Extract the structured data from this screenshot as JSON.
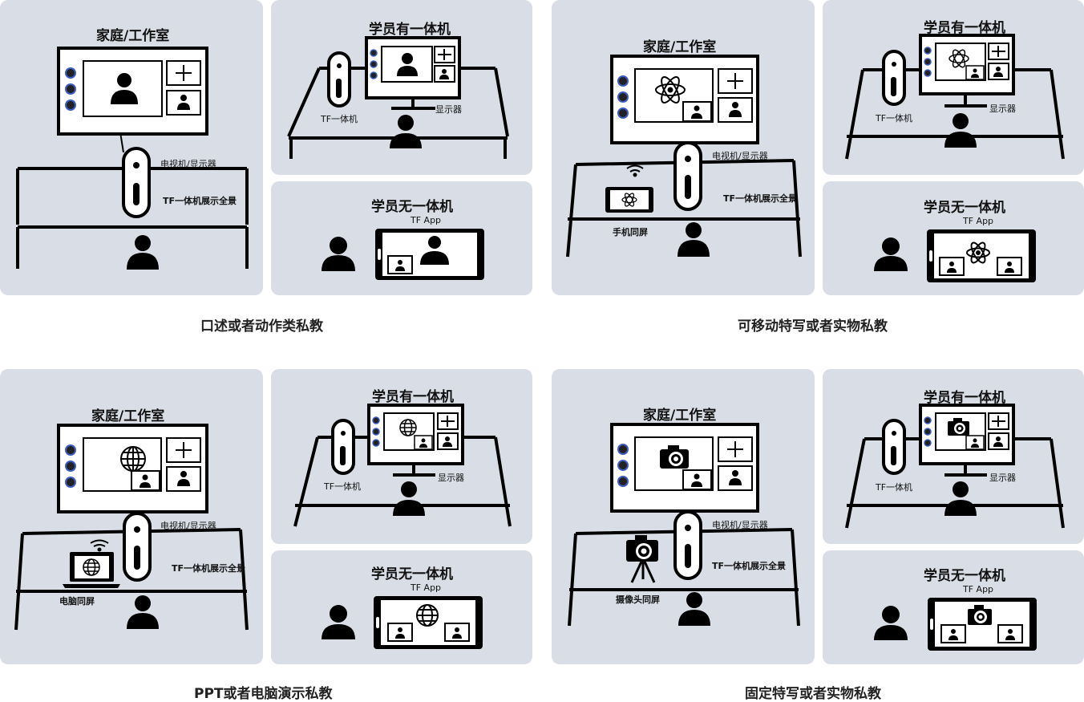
{
  "scenarios": [
    {
      "caption": "口述或者动作类私教",
      "home": {
        "title": "家庭/工作室",
        "tv_label": "电视机/显示器",
        "tf_label": "TF一体机展示全景",
        "sync_label": "",
        "content_icon": "person-icon"
      },
      "student_with": {
        "title": "学员有一体机",
        "tf_label": "TF一体机",
        "monitor_label": "显示器",
        "content_icon": "person-icon"
      },
      "student_without": {
        "title": "学员无一体机",
        "app_label": "TF App",
        "content_icon": "person-icon"
      }
    },
    {
      "caption": "可移动特写或者实物私教",
      "home": {
        "title": "家庭/工作室",
        "tv_label": "电视机/显示器",
        "tf_label": "TF一体机展示全景",
        "sync_label": "手机同屏",
        "content_icon": "atom-icon"
      },
      "student_with": {
        "title": "学员有一体机",
        "tf_label": "TF一体机",
        "monitor_label": "显示器",
        "content_icon": "atom-icon"
      },
      "student_without": {
        "title": "学员无一体机",
        "app_label": "TF App",
        "content_icon": "atom-icon"
      }
    },
    {
      "caption": "PPT或者电脑演示私教",
      "home": {
        "title": "家庭/工作室",
        "tv_label": "电视机/显示器",
        "tf_label": "TF一体机展示全景",
        "sync_label": "电脑同屏",
        "content_icon": "globe-icon"
      },
      "student_with": {
        "title": "学员有一体机",
        "tf_label": "TF一体机",
        "monitor_label": "显示器",
        "content_icon": "globe-icon"
      },
      "student_without": {
        "title": "学员无一体机",
        "app_label": "TF App",
        "content_icon": "globe-icon"
      }
    },
    {
      "caption": "固定特写或者实物私教",
      "home": {
        "title": "家庭/工作室",
        "tv_label": "电视机/显示器",
        "tf_label": "TF一体机展示全景",
        "sync_label": "摄像头同屏",
        "content_icon": "camera-icon"
      },
      "student_with": {
        "title": "学员有一体机",
        "tf_label": "TF一体机",
        "monitor_label": "显示器",
        "content_icon": "camera-icon"
      },
      "student_without": {
        "title": "学员无一体机",
        "app_label": "TF App",
        "content_icon": "camera-icon"
      }
    }
  ]
}
